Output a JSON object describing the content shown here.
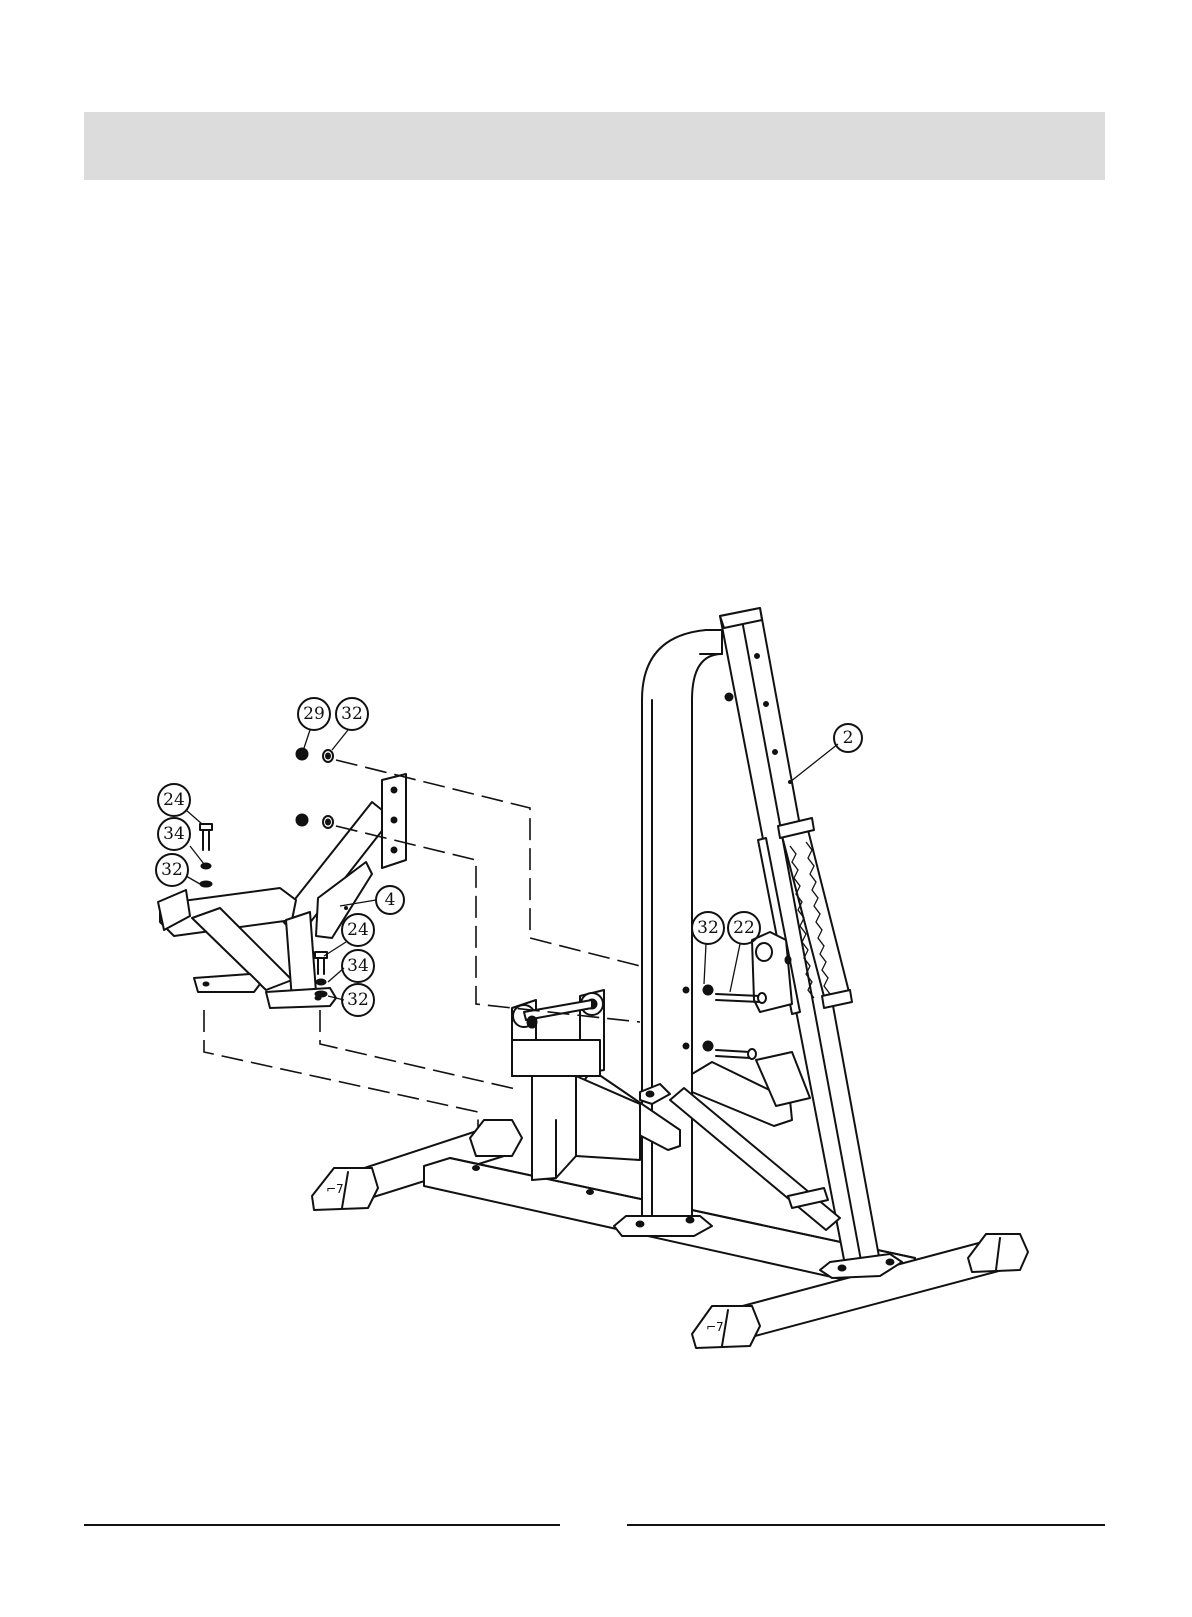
{
  "header": {
    "title": ""
  },
  "callouts": [
    {
      "id": "c29a",
      "label": "29"
    },
    {
      "id": "c32a",
      "label": "32"
    },
    {
      "id": "c24a",
      "label": "24"
    },
    {
      "id": "c34a",
      "label": "34"
    },
    {
      "id": "c32b",
      "label": "32"
    },
    {
      "id": "c4",
      "label": "4"
    },
    {
      "id": "c24b",
      "label": "24"
    },
    {
      "id": "c34b",
      "label": "34"
    },
    {
      "id": "c32c",
      "label": "32"
    },
    {
      "id": "c32d",
      "label": "32"
    },
    {
      "id": "c22",
      "label": "22"
    },
    {
      "id": "c2",
      "label": "2"
    }
  ],
  "colors": {
    "line": "#111111",
    "band": "#dcdcdc",
    "background": "#ffffff"
  }
}
